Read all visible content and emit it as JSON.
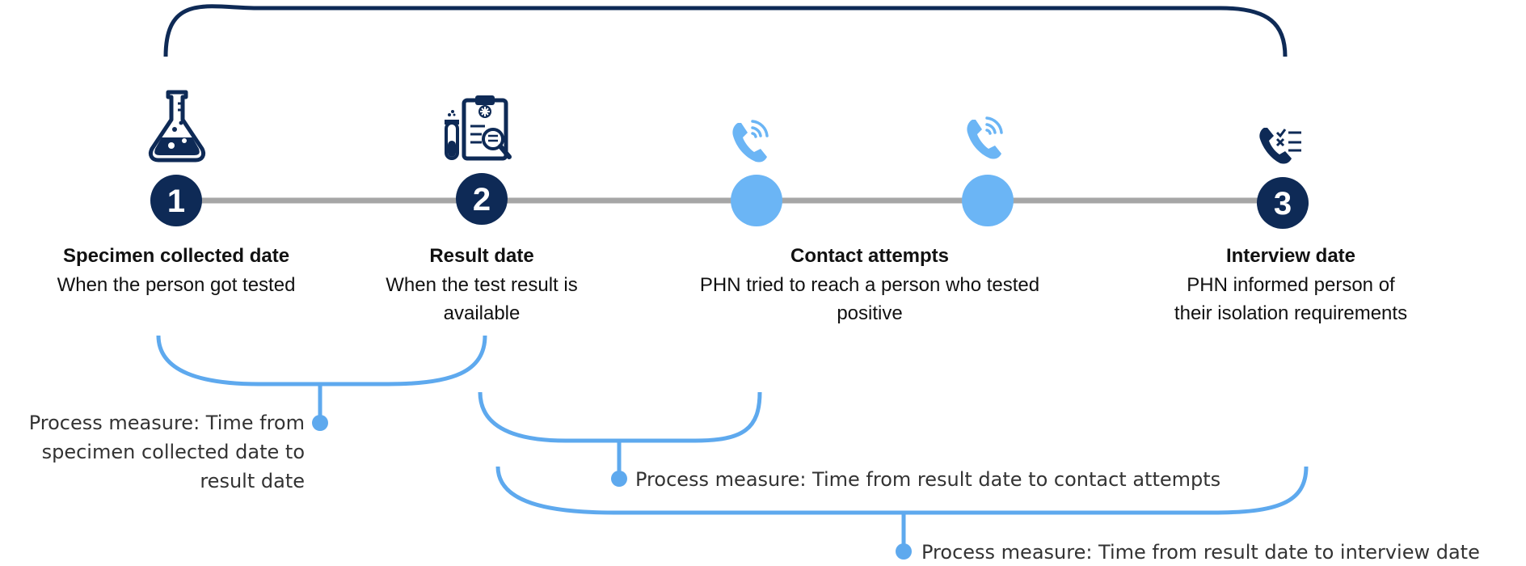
{
  "colors": {
    "navy": "#0e2a56",
    "light_blue": "#6bb5f5",
    "bracket_blue": "#5ea9ee",
    "timeline_gray": "#a6a6a6"
  },
  "milestones": [
    {
      "number": "1",
      "icon": "flask-icon",
      "title": "Specimen collected date",
      "desc": [
        "When the person got tested"
      ]
    },
    {
      "number": "2",
      "icon": "clipboard-test-tube-magnifier-icon",
      "title": "Result date",
      "desc": [
        "When the test result is",
        "available"
      ]
    },
    {
      "number": "",
      "icon": "phone-call-icon",
      "title": "",
      "desc": []
    },
    {
      "number": "",
      "icon": "phone-call-icon",
      "title": "",
      "desc": []
    },
    {
      "number": "3",
      "icon": "phone-checklist-icon",
      "title": "Interview date",
      "desc": [
        "PHN informed person of",
        "their isolation requirements"
      ]
    }
  ],
  "contact_attempts": {
    "title": "Contact attempts",
    "desc": [
      "PHN tried to reach a person who tested",
      "positive"
    ]
  },
  "measures": [
    {
      "lines": [
        "Process measure: Time from",
        "specimen collected date to",
        "result date"
      ]
    },
    {
      "lines": [
        "Process measure: Time from result date to contact attempts"
      ]
    },
    {
      "lines": [
        "Process measure: Time from result date to interview date"
      ]
    }
  ]
}
